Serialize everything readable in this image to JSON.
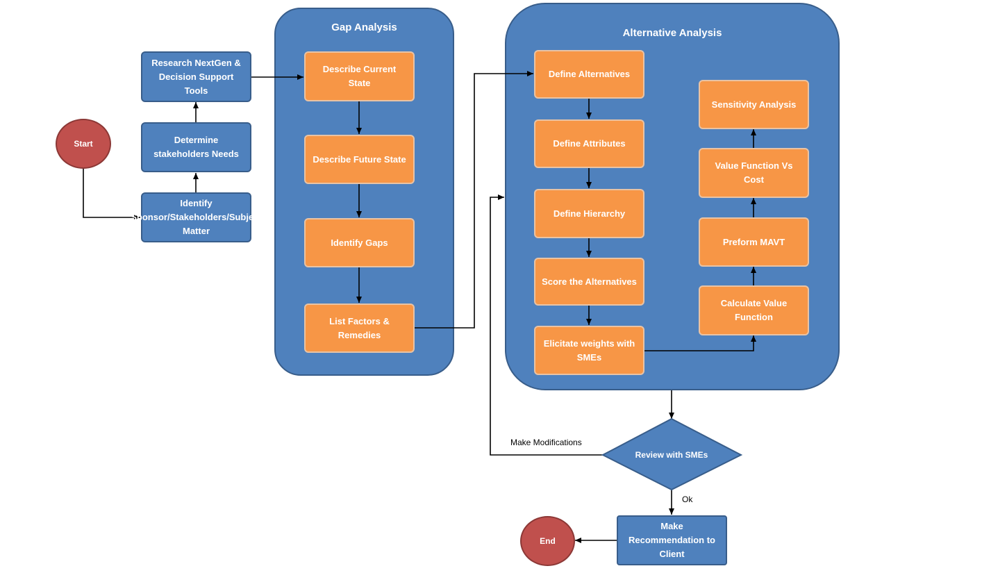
{
  "start": "Start",
  "end": "End",
  "left_column": {
    "research": "Research NextGen & Decision Support Tools",
    "determine": "Determine stakeholders Needs",
    "identify": "Identify Sponsor/Stakeholders/Subject Matter"
  },
  "gap_analysis": {
    "title": "Gap Analysis",
    "steps": [
      "Describe Current State",
      "Describe Future State",
      "Identify Gaps",
      "List Factors & Remedies"
    ]
  },
  "alternative_analysis": {
    "title": "Alternative Analysis",
    "left_steps": [
      "Define Alternatives",
      "Define Attributes",
      "Define Hierarchy",
      "Score the Alternatives",
      "Elicitate weights with SMEs"
    ],
    "right_steps": [
      "Sensitivity Analysis",
      "Value Function Vs Cost",
      "Preform MAVT",
      "Calculate Value Function"
    ]
  },
  "review": "Review with SMEs",
  "recommendation": "Make Recommendation to Client",
  "labels": {
    "make_modifications": "Make Modifications",
    "ok": "Ok"
  },
  "colors": {
    "blue_fill": "#4f81bd",
    "blue_border": "#385d8a",
    "orange_fill": "#f79646",
    "red_fill": "#c0504d"
  }
}
